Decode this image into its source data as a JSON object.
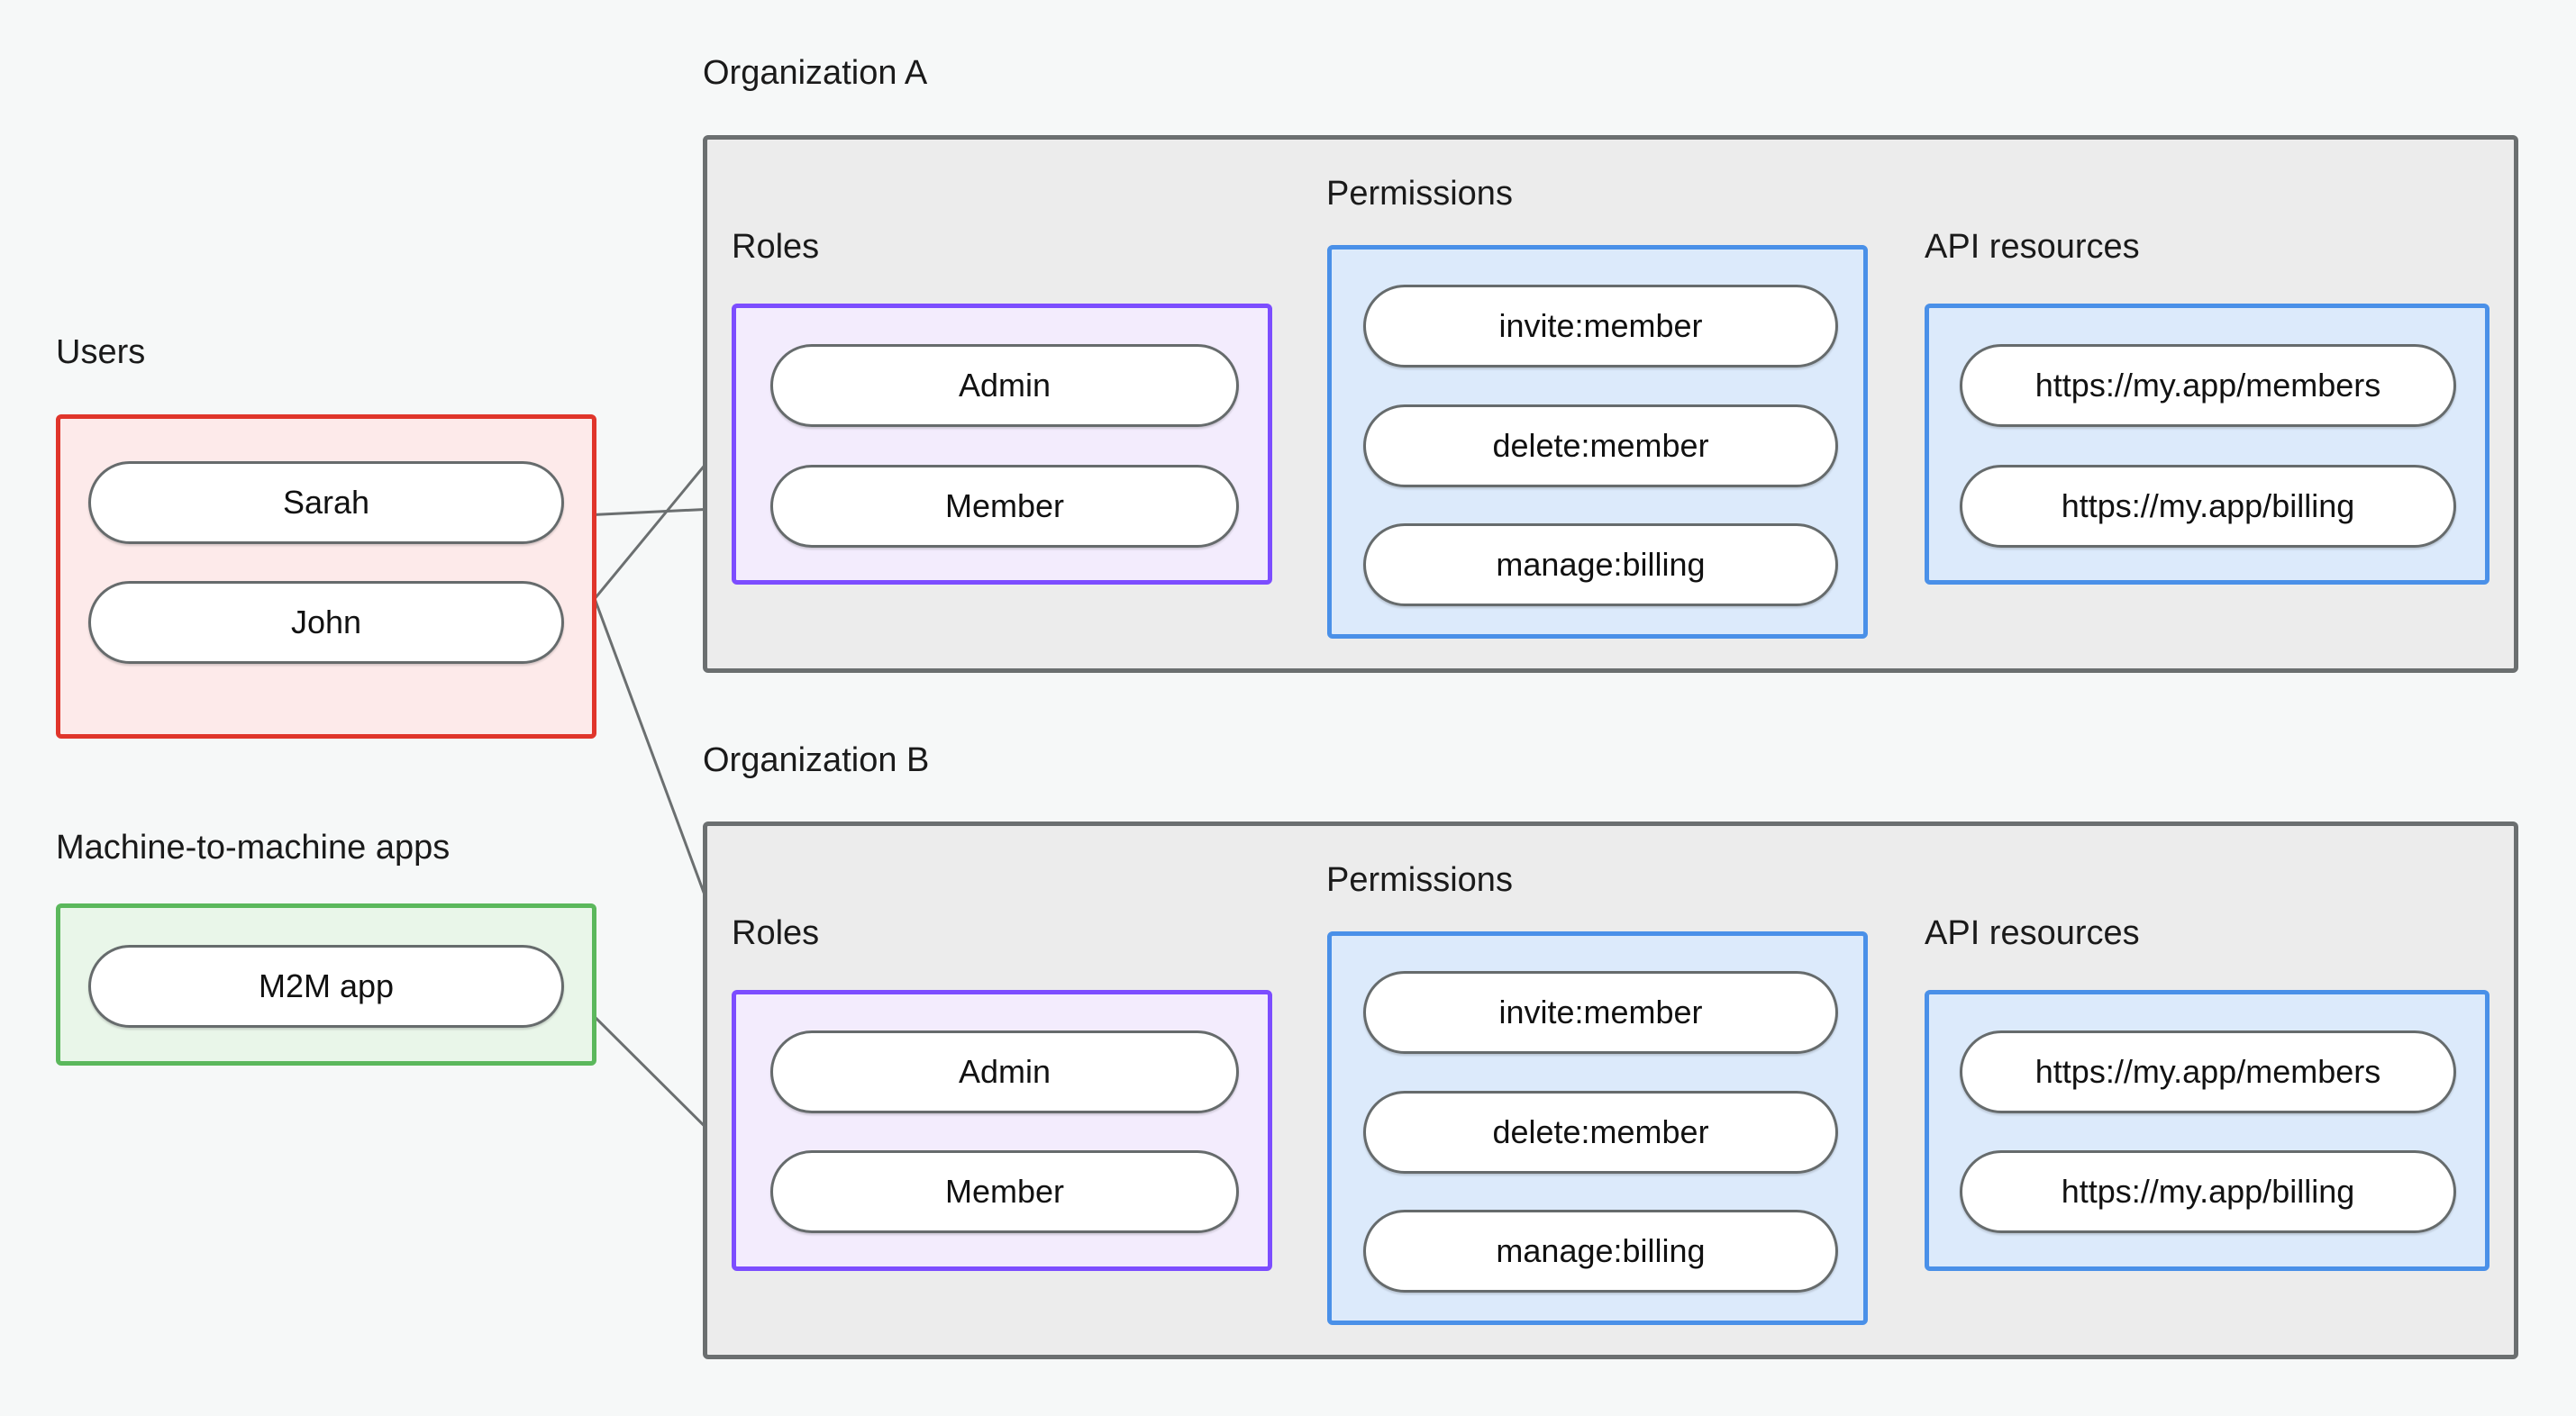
{
  "diagram": {
    "title_users": "Users",
    "title_m2m": "Machine-to-machine apps",
    "colors": {
      "canvas": "#f6f8f8",
      "org_fill": "#ececec",
      "org_border": "#6b6f70",
      "users_fill": "#fdeaea",
      "users_border": "#e0352b",
      "m2m_fill": "#e9f6e9",
      "m2m_border": "#5bb85c",
      "roles_fill": "#f3ecfd",
      "roles_border": "#7c4dff",
      "blue_fill": "#dceafb",
      "blue_border": "#4a90e8",
      "node_border": "#666b6c",
      "edge": "#6b6f70"
    }
  },
  "users": {
    "label": "Users",
    "items": [
      {
        "label": "Sarah"
      },
      {
        "label": "John"
      }
    ]
  },
  "m2m": {
    "label": "Machine-to-machine apps",
    "items": [
      {
        "label": "M2M app"
      }
    ]
  },
  "org_a": {
    "label": "Organization A",
    "roles_label": "Roles",
    "permissions_label": "Permissions",
    "api_resources_label": "API resources",
    "roles": [
      {
        "label": "Admin"
      },
      {
        "label": "Member"
      }
    ],
    "permissions": [
      {
        "label": "invite:member"
      },
      {
        "label": "delete:member"
      },
      {
        "label": "manage:billing"
      }
    ],
    "api_resources": [
      {
        "label": "https://my.app/members"
      },
      {
        "label": "https://my.app/billing"
      }
    ]
  },
  "org_b": {
    "label": "Organization B",
    "roles_label": "Roles",
    "permissions_label": "Permissions",
    "api_resources_label": "API resources",
    "roles": [
      {
        "label": "Admin"
      },
      {
        "label": "Member"
      }
    ],
    "permissions": [
      {
        "label": "invite:member"
      },
      {
        "label": "delete:member"
      },
      {
        "label": "manage:billing"
      }
    ],
    "api_resources": [
      {
        "label": "https://my.app/members"
      },
      {
        "label": "https://my.app/billing"
      }
    ]
  },
  "connections": [
    {
      "from": "Sarah",
      "to": "Organization A / Member"
    },
    {
      "from": "Sarah",
      "to": "Organization B / Admin"
    },
    {
      "from": "John",
      "to": "Organization A / Admin"
    },
    {
      "from": "M2M app",
      "to": "Organization B / Member"
    },
    {
      "from": "Organization A / Admin",
      "to": "Organization A / invite:member"
    },
    {
      "from": "Organization A / Admin",
      "to": "Organization A / delete:member"
    },
    {
      "from": "Organization A / Member",
      "to": "Organization A / manage:billing"
    },
    {
      "from": "Organization A / invite:member",
      "to": "Organization A / https://my.app/members"
    },
    {
      "from": "Organization A / delete:member",
      "to": "Organization A / https://my.app/members"
    },
    {
      "from": "Organization A / manage:billing",
      "to": "Organization A / https://my.app/billing"
    },
    {
      "from": "Organization B / Admin",
      "to": "Organization B / invite:member"
    },
    {
      "from": "Organization B / Admin",
      "to": "Organization B / delete:member"
    },
    {
      "from": "Organization B / Member",
      "to": "Organization B / manage:billing"
    },
    {
      "from": "Organization B / invite:member",
      "to": "Organization B / https://my.app/members"
    },
    {
      "from": "Organization B / delete:member",
      "to": "Organization B / https://my.app/members"
    },
    {
      "from": "Organization B / manage:billing",
      "to": "Organization B / https://my.app/billing"
    }
  ]
}
